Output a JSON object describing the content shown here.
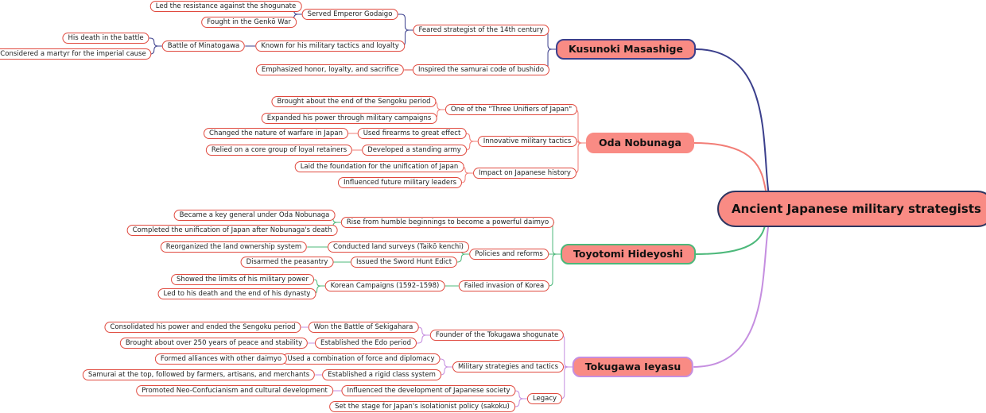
{
  "root": "Ancient Japanese military strategists",
  "colors": {
    "kusunoki": "#3b3f8c",
    "oda": "#f27d76",
    "toyotomi": "#4cb87a",
    "tokugawa": "#c58ee0",
    "node_border": "#e04a3f",
    "branch_fill": "#f98b84"
  },
  "kusunoki": {
    "name": "Kusunoki Masashige",
    "feared": "Feared strategist of the 14th century",
    "served": "Served Emperor Godaigo",
    "resistance": "Led the resistance against the shogunate",
    "genko": "Fought in the Genkō War",
    "known": "Known for his military tactics and loyalty",
    "minatogawa": "Battle of Minatogawa",
    "death": "His death in the battle",
    "martyr": "Considered a martyr for the imperial cause",
    "inspired": "Inspired the samurai code of bushido",
    "honor": "Emphasized honor, loyalty, and sacrifice"
  },
  "oda": {
    "name": "Oda Nobunaga",
    "unifiers": "One of the \"Three Unifiers of Japan\"",
    "end_sengoku": "Brought about the end of the Sengoku period",
    "expanded": "Expanded his power through military campaigns",
    "innovative": "Innovative military tactics",
    "firearms": "Used firearms to great effect",
    "warfare": "Changed the nature of warfare in Japan",
    "standing": "Developed a standing army",
    "retainers": "Relied on a core group of loyal retainers",
    "impact": "Impact on Japanese history",
    "foundation": "Laid the foundation for the unification of Japan",
    "influenced": "Influenced future military leaders"
  },
  "toyotomi": {
    "name": "Toyotomi Hideyoshi",
    "rise": "Rise from humble beginnings to become a powerful daimyo",
    "general": "Became a key general under Oda Nobunaga",
    "completed": "Completed the unification of Japan after Nobunaga's death",
    "policies": "Policies and reforms",
    "surveys": "Conducted land surveys (Taikō kenchi)",
    "land": "Reorganized the land ownership system",
    "sword": "Issued the Sword Hunt Edict",
    "disarmed": "Disarmed the peasantry",
    "failed": "Failed invasion of Korea",
    "korean": "Korean Campaigns (1592–1598)",
    "limits": "Showed the limits of his military power",
    "dynasty": "Led to his death and the end of his dynasty"
  },
  "tokugawa": {
    "name": "Tokugawa Ieyasu",
    "founder": "Founder of the Tokugawa shogunate",
    "sekigahara": "Won the Battle of Sekigahara",
    "consolidated": "Consolidated his power and ended the Sengoku period",
    "edo": "Established the Edo period",
    "peace": "Brought about over 250 years of peace and stability",
    "strategies": "Military strategies and tactics",
    "force": "Used a combination of force and diplomacy",
    "alliances": "Formed alliances with other daimyo",
    "class": "Established a rigid class system",
    "samurai": "Samurai at the top, followed by farmers, artisans, and merchants",
    "legacy": "Legacy",
    "society": "Influenced the development of Japanese society",
    "neo": "Promoted Neo-Confucianism and cultural development",
    "sakoku": "Set the stage for Japan's isolationist policy (sakoku)"
  }
}
